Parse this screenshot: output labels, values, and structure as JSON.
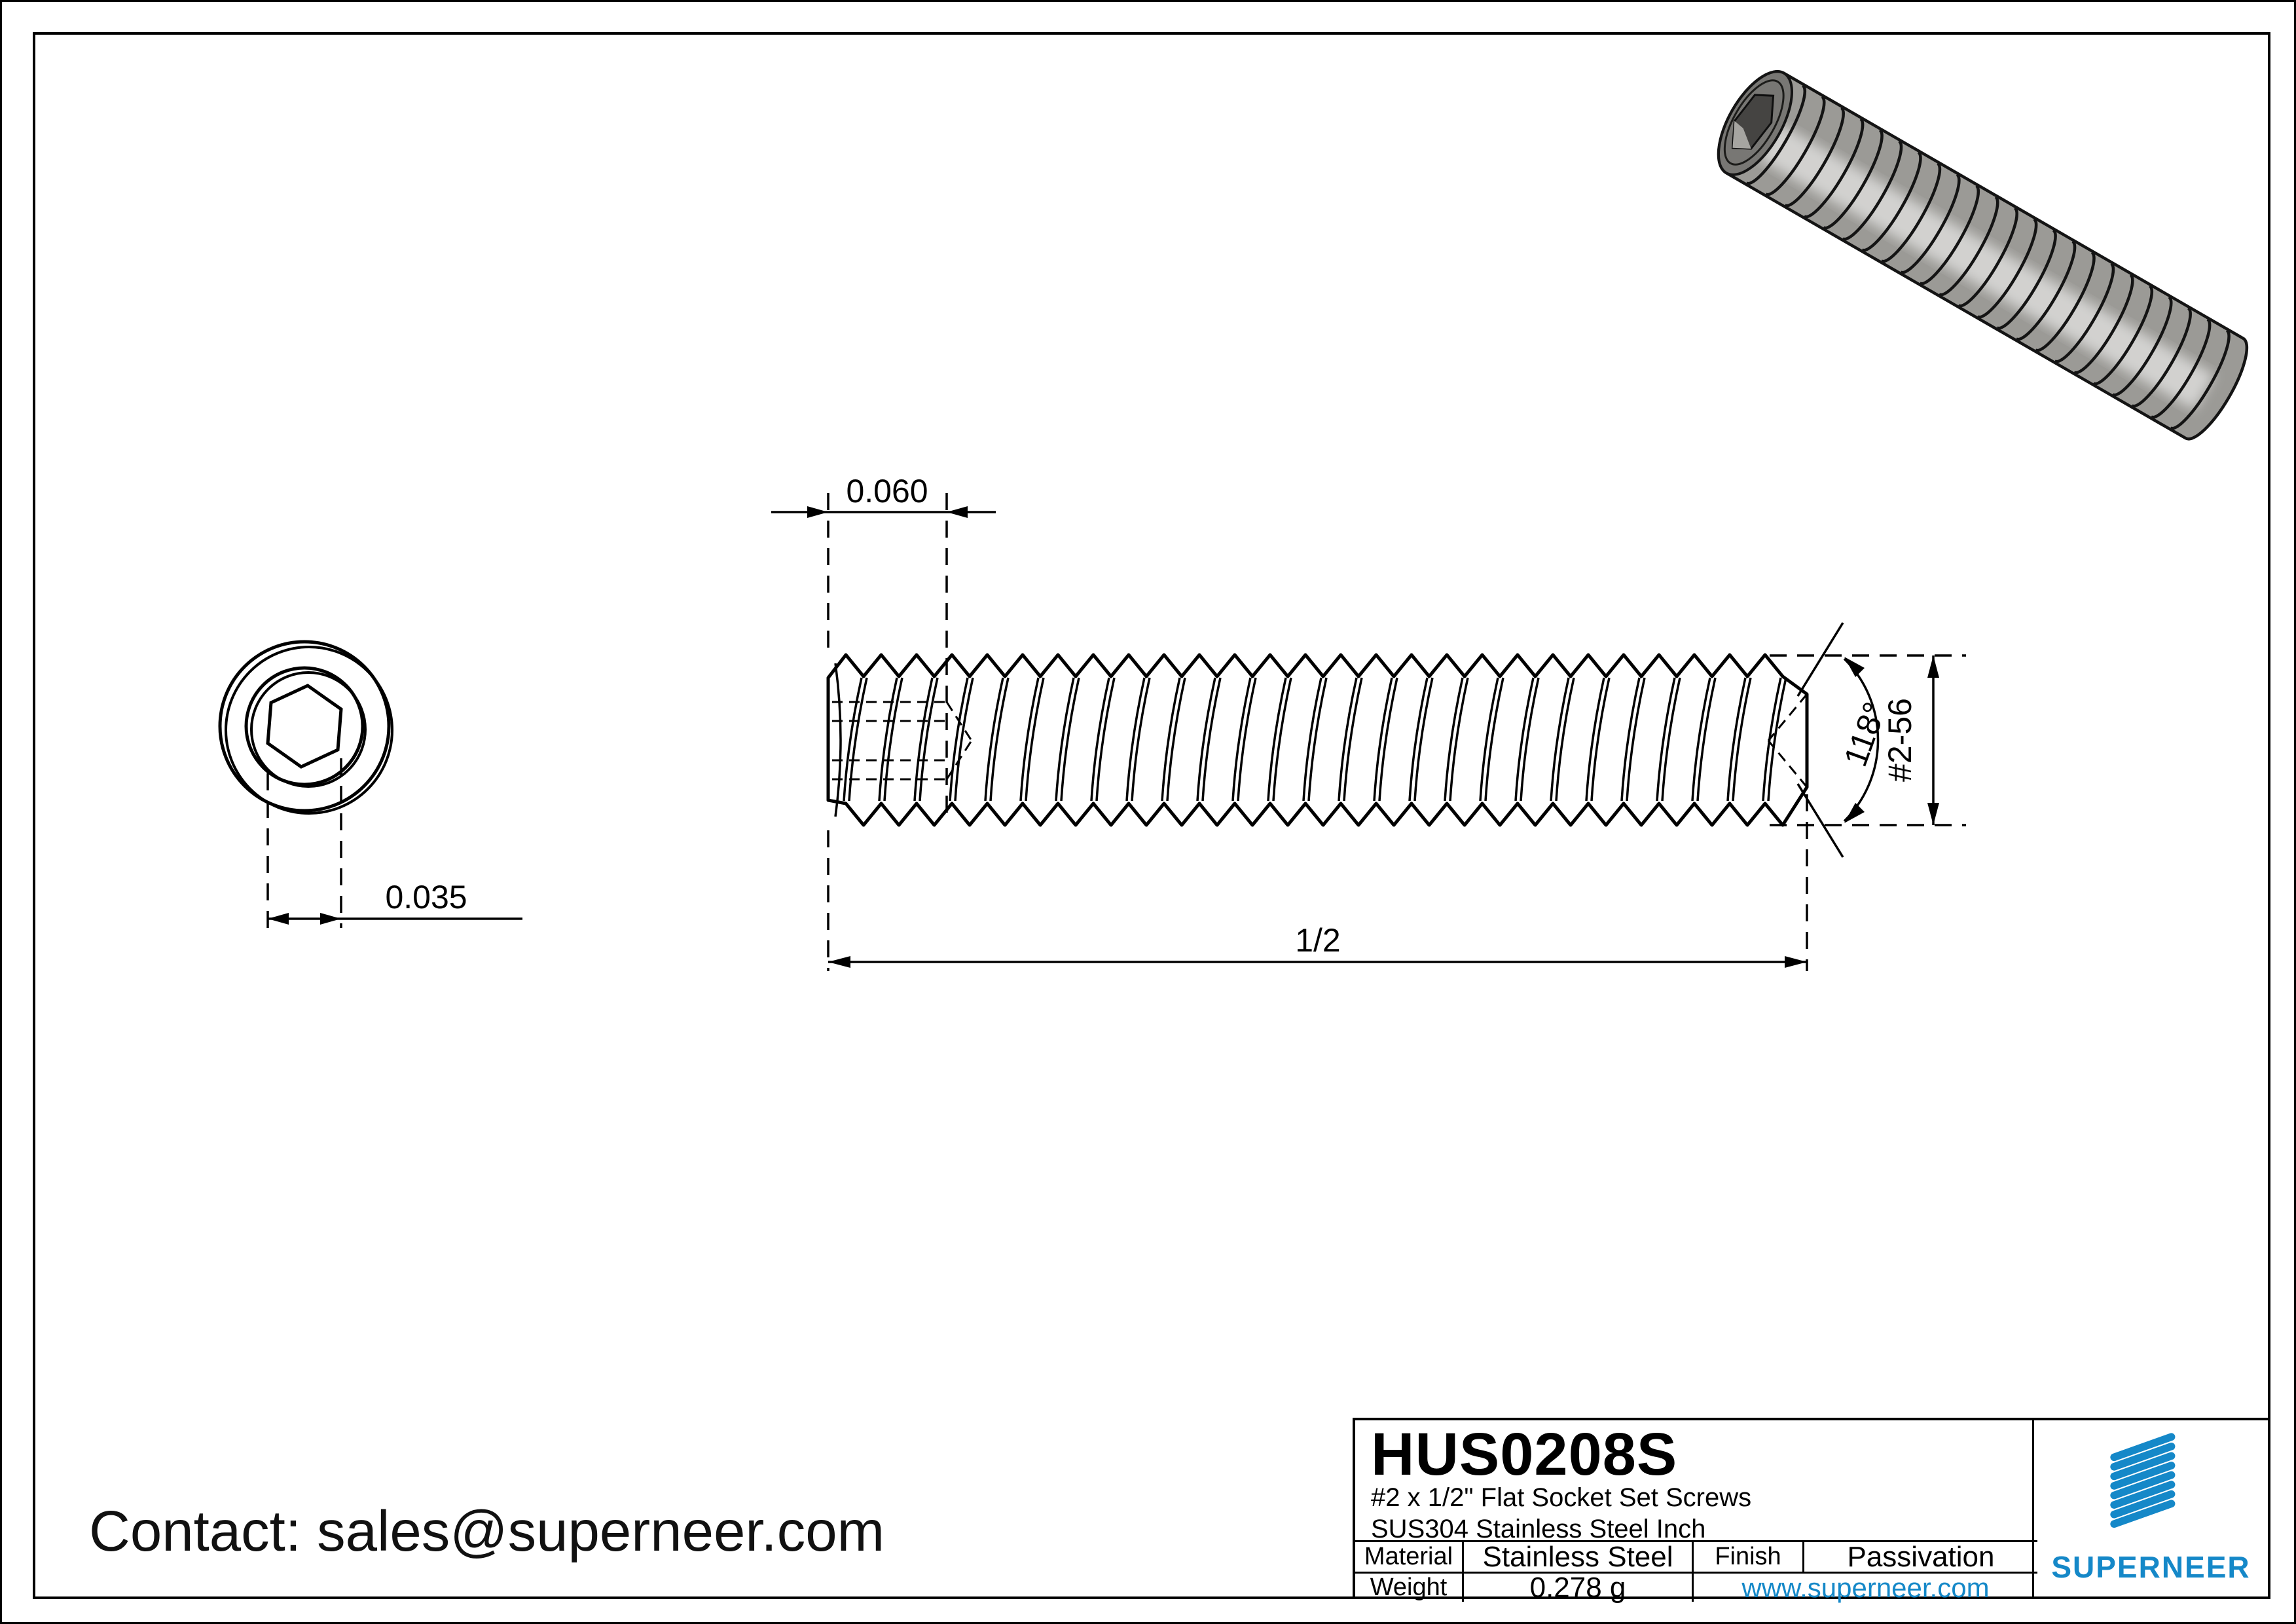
{
  "contact": "Contact: sales@superneer.com",
  "dimensions": {
    "socket_af": "0.035",
    "socket_depth": "0.060",
    "length": "1/2",
    "point_angle": "118°",
    "thread_size": "#2-56"
  },
  "title_block": {
    "part_number": "HUS0208S",
    "description_line1": "#2 x 1/2\" Flat Socket Set Screws",
    "description_line2": "SUS304 Stainless Steel Inch",
    "material_label": "Material",
    "material_value": "Stainless Steel",
    "finish_label": "Finish",
    "finish_value": "Passivation",
    "weight_label": "Weight",
    "weight_value": "0.278 g",
    "website": "www.superneer.com",
    "brand": "SUPERNEER"
  },
  "colors": {
    "brand_blue": "#1588c8",
    "line_black": "#000000"
  }
}
